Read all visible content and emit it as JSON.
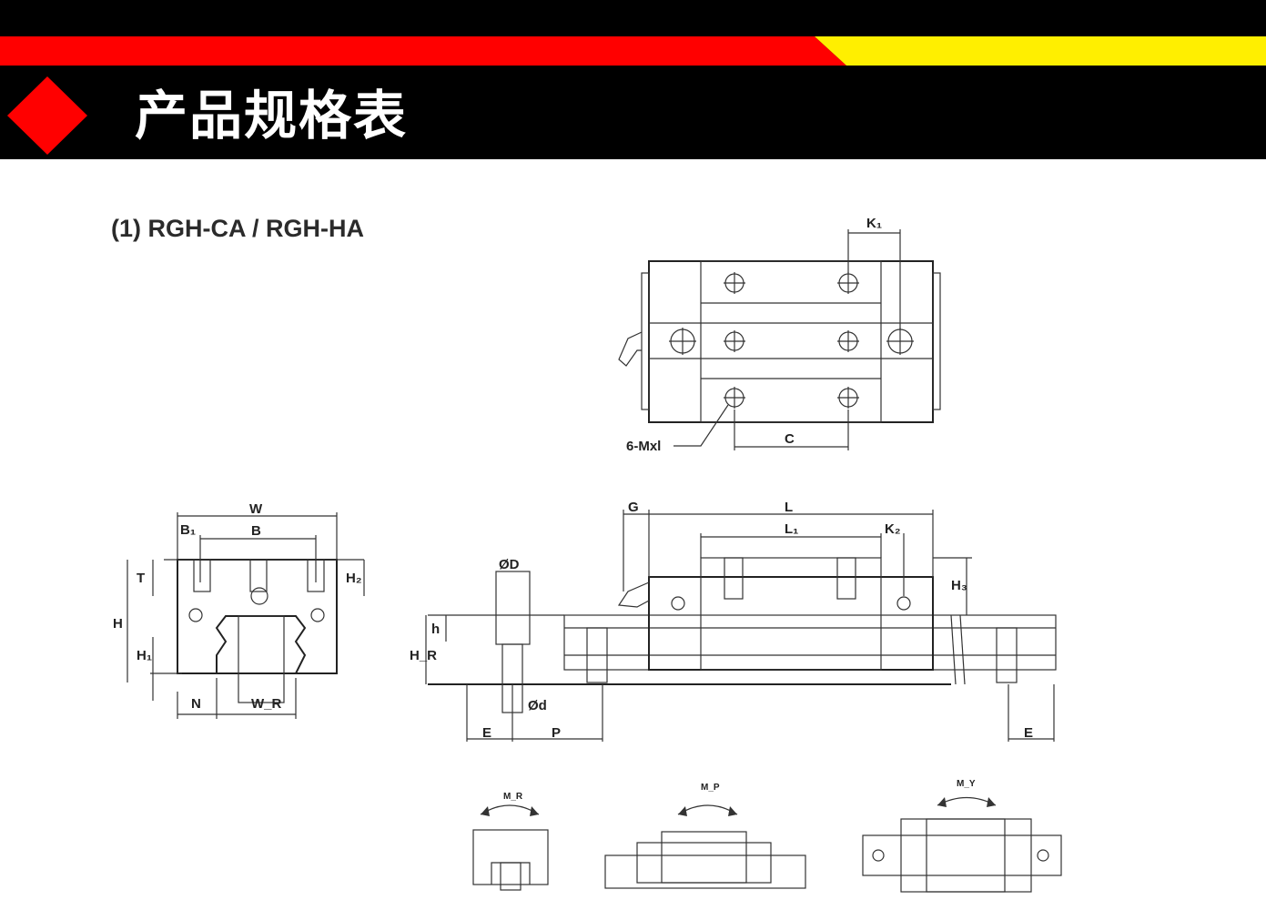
{
  "header": {
    "title": "产品规格表",
    "colors": {
      "black": "#000000",
      "red": "#ff0000",
      "yellow": "#ffef00"
    }
  },
  "section": {
    "label": "(1) RGH-CA / RGH-HA"
  },
  "labels": {
    "K1": "K₁",
    "C": "C",
    "M": "6-Mxl",
    "W": "W",
    "B1": "B₁",
    "B": "B",
    "T": "T",
    "H": "H",
    "H1": "H₁",
    "H2": "H₂",
    "N": "N",
    "WR": "W_R",
    "OD": "ØD",
    "h": "h",
    "HR": "H_R",
    "Od": "Ød",
    "E": "E",
    "P": "P",
    "G": "G",
    "L": "L",
    "L1": "L₁",
    "K2": "K₂",
    "H3": "H₃",
    "E2": "E",
    "MR": "M_R",
    "MP": "M_P",
    "MY": "M_Y"
  }
}
